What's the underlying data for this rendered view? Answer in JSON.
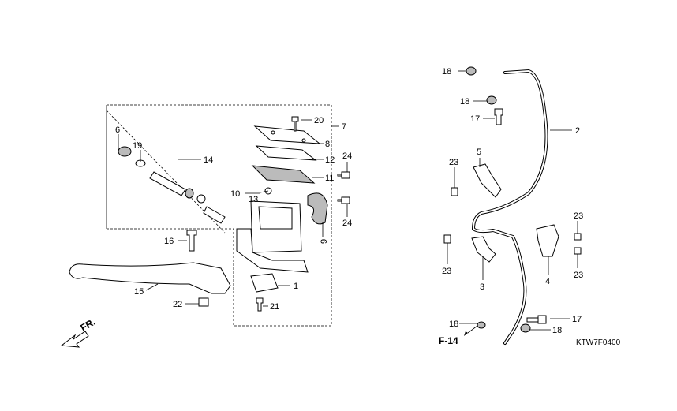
{
  "diagram": {
    "code": "KTW7F0400",
    "reference": "F-14",
    "direction": "FR.",
    "callouts": {
      "c1": "1",
      "c2": "2",
      "c3": "3",
      "c4": "4",
      "c5": "5",
      "c6": "6",
      "c7": "7",
      "c8": "8",
      "c9": "9",
      "c10": "10",
      "c11": "11",
      "c12": "12",
      "c13": "13",
      "c14": "14",
      "c15": "15",
      "c16": "16",
      "c17a": "17",
      "c17b": "17",
      "c18a": "18",
      "c18b": "18",
      "c18c": "18",
      "c18d": "18",
      "c19": "19",
      "c20": "20",
      "c21": "21",
      "c22": "22",
      "c23a": "23",
      "c23b": "23",
      "c23c": "23",
      "c23d": "23",
      "c24a": "24",
      "c24b": "24"
    }
  }
}
